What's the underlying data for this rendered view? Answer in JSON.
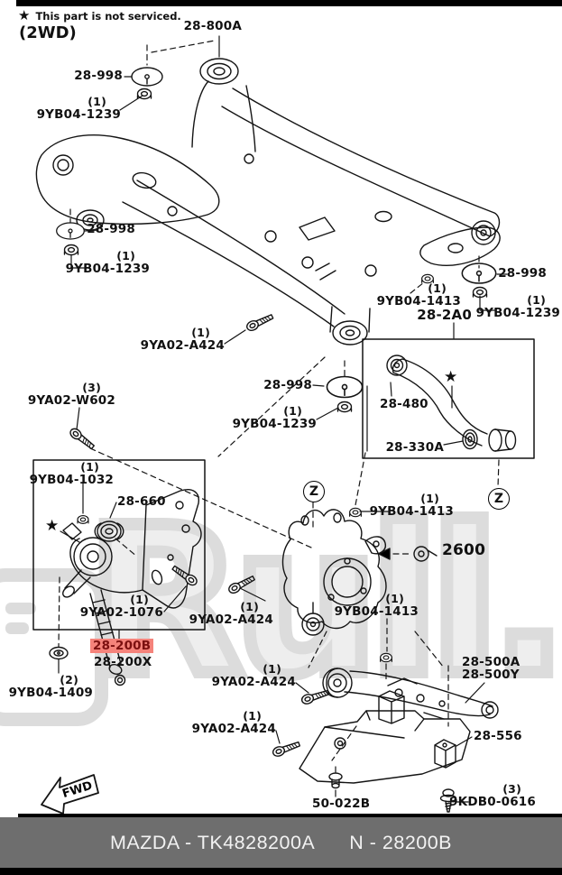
{
  "header": {
    "star": "★",
    "note": "This part is not serviced.",
    "drivetrain": "(2WD)"
  },
  "watermark": {
    "text": "Rull.ru"
  },
  "symbols": {
    "z": "Z",
    "star": "★"
  },
  "fwd": {
    "label": "FWD"
  },
  "colors": {
    "highlight_bg": "#f5837b",
    "highlight_fg": "#7c1010",
    "footer_bg": "#6e6e6e",
    "watermark": "#dcdcdc"
  },
  "labels": {
    "p28800a": {
      "text": "28-800A"
    },
    "p28998_top": {
      "text": "28-998"
    },
    "p9yb041239_top": {
      "count": "(1)",
      "text": "9YB04-1239"
    },
    "p28998_left": {
      "text": "28-998"
    },
    "p9yb041239_left": {
      "count": "(1)",
      "text": "9YB04-1239"
    },
    "p9ya02a424_subframe": {
      "count": "(1)",
      "text": "9YA02-A424"
    },
    "p9yb041413_subframe": {
      "count": "(1)",
      "text": "9YB04-1413"
    },
    "p28998_right": {
      "text": "28-998"
    },
    "p9yb041239_right": {
      "count": "(1)",
      "text": "9YB04-1239"
    },
    "p282a0": {
      "text": "28-2A0"
    },
    "p28480": {
      "text": "28-480"
    },
    "p28330a": {
      "text": "28-330A"
    },
    "p9ya02w602": {
      "count": "(3)",
      "text": "9YA02-W602"
    },
    "p9yb041032": {
      "count": "(1)",
      "text": "9YB04-1032"
    },
    "p28660": {
      "text": "28-660"
    },
    "p9ya021076": {
      "count": "(1)",
      "text": "9YA02-1076"
    },
    "p28998_center": {
      "text": "28-998"
    },
    "p9yb041239_center": {
      "count": "(1)",
      "text": "9YB04-1239"
    },
    "p28200b": {
      "text": "28-200B"
    },
    "p28200x": {
      "text": "28-200X"
    },
    "p9yb041409": {
      "count": "(2)",
      "text": "9YB04-1409"
    },
    "p9yb041413_knuckle": {
      "count": "(1)",
      "text": "9YB04-1413"
    },
    "p9ya02a424_knuckle": {
      "count": "(1)",
      "text": "9YA02-A424"
    },
    "p9yb041413_lower": {
      "count": "(1)",
      "text": "9YB04-1413"
    },
    "p2600": {
      "text": "2600"
    },
    "p28500a": {
      "text": "28-500A"
    },
    "p28500y": {
      "text": "28-500Y"
    },
    "p28556": {
      "text": "28-556"
    },
    "p9ya02a424_arm1": {
      "count": "(1)",
      "text": "9YA02-A424"
    },
    "p9ya02a424_arm2": {
      "count": "(1)",
      "text": "9YA02-A424"
    },
    "p50022b": {
      "text": "50-022B"
    },
    "p9kdb00616": {
      "count": "(3)",
      "text": "9KDB0-0616"
    }
  },
  "footer": {
    "left": "MAZDA - TK4828200A",
    "right": "N - 28200B"
  }
}
